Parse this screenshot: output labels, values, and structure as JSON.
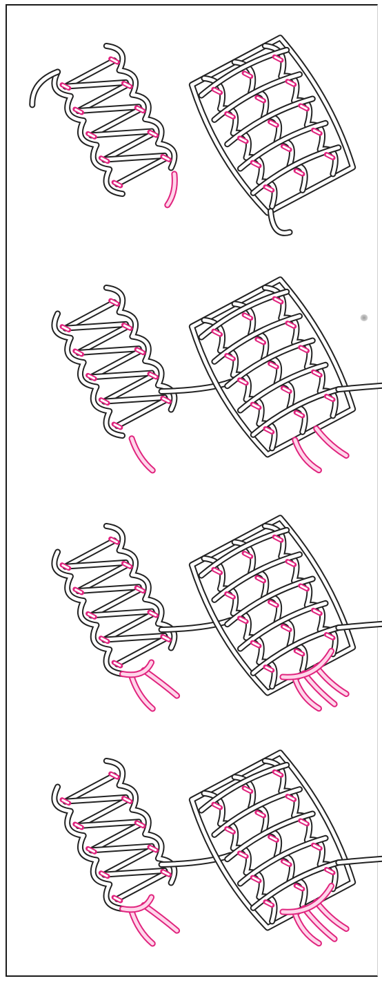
{
  "figure": {
    "rows": [
      {
        "left": "single-lace-step-1",
        "right": "double-lace-step-1"
      },
      {
        "left": "single-lace-step-2",
        "right": "double-lace-step-2"
      },
      {
        "left": "single-lace-step-3",
        "right": "double-lace-step-3"
      },
      {
        "left": "single-lace-step-4",
        "right": "double-lace-step-4"
      }
    ]
  },
  "colors": {
    "outline": "#222222",
    "highlight": "#e0247e",
    "highlight_light": "#f06aa8",
    "background": "#ffffff"
  }
}
